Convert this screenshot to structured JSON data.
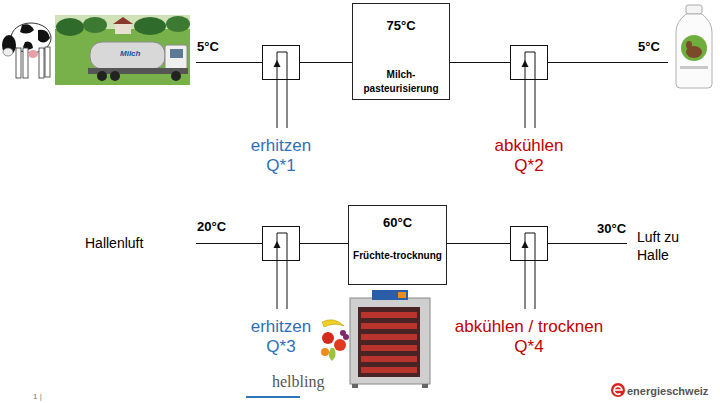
{
  "diagram": {
    "nodes": [
      {
        "text": [
          "erhitzen",
          "Q*1"
        ]
      },
      {
        "text": [
          "75°C",
          "Milch-pasteurisierung"
        ]
      },
      {
        "text": [
          "abkühlen",
          "Q*2"
        ]
      },
      {
        "text": [
          "erhitzen",
          "Q*3"
        ]
      },
      {
        "text": [
          "60°C",
          "Früchte-trocknung"
        ]
      },
      {
        "text": [
          "abkühlen / trocknen",
          "Q*4"
        ]
      }
    ],
    "edges": [
      {
        "from": 0,
        "to": 1,
        "arrow": "none"
      },
      {
        "from": 1,
        "to": 2,
        "arrow": "none"
      },
      {
        "from": 3,
        "to": 4,
        "arrow": "none"
      },
      {
        "from": 4,
        "to": 5,
        "arrow": "none"
      }
    ],
    "labels": [
      "Milch",
      "5°C",
      "5°C",
      "Hallenluft",
      "20°C",
      "30°C",
      "Luft zu Halle",
      "1 |",
      "helbling",
      "energieschweiz"
    ]
  }
}
